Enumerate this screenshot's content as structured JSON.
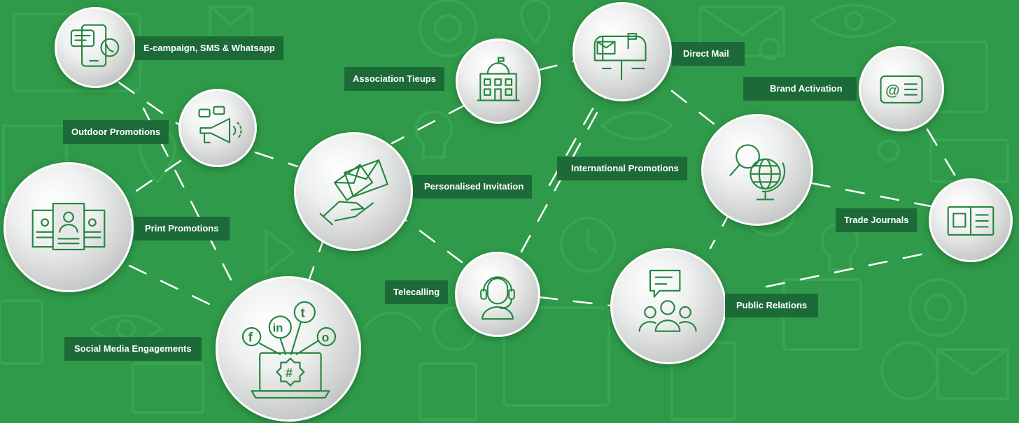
{
  "labels": {
    "ecampaign": "E-campaign, SMS & Whatsapp",
    "association": "Association Tieups",
    "direct_mail": "Direct Mail",
    "brand_activation": "Brand Activation",
    "outdoor": "Outdoor Promotions",
    "international": "International Promotions",
    "personalised": "Personalised Invitation",
    "trade_journals": "Trade Journals",
    "print": "Print Promotions",
    "telecalling": "Telecalling",
    "public_relations": "Public Relations",
    "social_media": "Social Media Engagements"
  },
  "icon_names": {
    "ecampaign": "phone-chat-icon",
    "association": "building-icon",
    "direct_mail": "mailbox-icon",
    "brand_activation": "id-card-icon",
    "outdoor": "megaphone-icon",
    "international": "globe-search-icon",
    "personalised": "hand-envelope-icon",
    "trade_journals": "open-book-icon",
    "print": "printed-documents-icon",
    "telecalling": "headset-agent-icon",
    "public_relations": "audience-speech-icon",
    "social_media": "laptop-social-icon"
  },
  "glyphs": {
    "facebook": "f",
    "linkedin": "in",
    "twitter": "t",
    "instagram": "o",
    "hashtag": "#",
    "at_sign": "@"
  },
  "colors": {
    "background": "#2f9a49",
    "label_bg": "#1d6a39",
    "icon_stroke": "#25853f"
  }
}
